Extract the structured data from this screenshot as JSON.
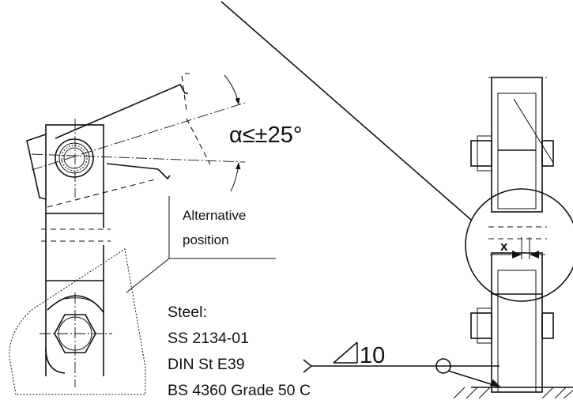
{
  "angle_label": "α≤±25°",
  "alternative_position": [
    "Alternative",
    "position"
  ],
  "dimension_x": "x",
  "weld_size": "10",
  "steel": {
    "heading": "Steel:",
    "grades": [
      "SS 2134-01",
      "DIN St E39",
      "BS 4360 Grade 50 C"
    ]
  }
}
